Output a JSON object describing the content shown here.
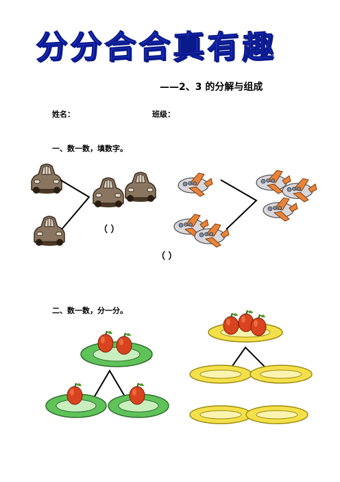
{
  "title": [
    "分",
    "分",
    "合",
    "合",
    "真",
    "有",
    "趣"
  ],
  "subtitle": "——2、3 的分解与组成",
  "fields": {
    "name_label": "姓名：",
    "class_label": "班级："
  },
  "section1": {
    "heading": "一、数一数，填数字。",
    "left_paren": "（        ）",
    "right_paren": "（        ）"
  },
  "section2": {
    "heading": "二、数一数，分一分。"
  },
  "colors": {
    "title_blue": "#2436d6",
    "plate_green": "#5fc35a",
    "plate_yellow": "#f4e04a",
    "apple_red": "#d9431f"
  }
}
